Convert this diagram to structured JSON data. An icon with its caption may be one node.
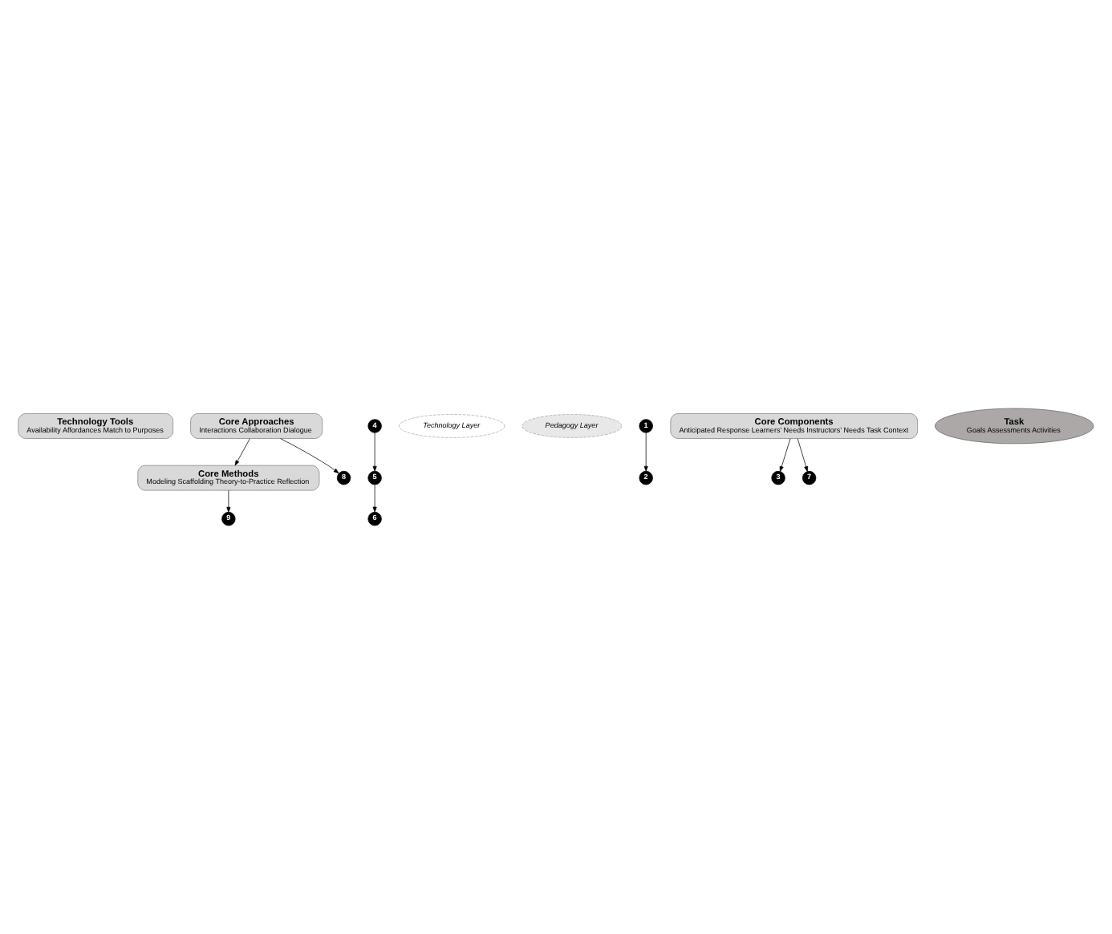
{
  "diagram": {
    "nodes": [
      {
        "text": [
          "Technology Tools",
          "Availability Affordances Match to Purposes"
        ]
      },
      {
        "text": [
          "9"
        ]
      },
      {
        "text": [
          "5"
        ]
      },
      {
        "text": [
          "Technology Layer"
        ]
      },
      {
        "text": [
          "6"
        ]
      },
      {
        "text": [
          "Pedagogy Layer"
        ]
      },
      {
        "text": [
          "Core Methods",
          "Modeling Scaffolding Theory-to-Practice Reflection"
        ]
      },
      {
        "text": [
          "1"
        ]
      },
      {
        "text": [
          "Core Components",
          "Anticipated Response Learners’ Needs Instructors’ Needs Task Context"
        ]
      },
      {
        "text": [
          "4"
        ]
      },
      {
        "text": [
          "2"
        ]
      },
      {
        "text": [
          "Task",
          "Goals Assessments Activities"
        ]
      },
      {
        "text": [
          "8"
        ]
      },
      {
        "text": [
          "3"
        ]
      },
      {
        "text": [
          "Core Approaches",
          "Interactions Collaboration Dialogue"
        ]
      },
      {
        "text": [
          "7"
        ]
      }
    ],
    "edges": [
      {
        "from": 7,
        "to": 10,
        "arrow": "to"
      },
      {
        "from": 8,
        "to": 13,
        "arrow": "to"
      },
      {
        "from": 14,
        "to": 6,
        "arrow": "to"
      },
      {
        "from": 9,
        "to": 2,
        "arrow": "to"
      },
      {
        "from": 2,
        "to": 4,
        "arrow": "to"
      },
      {
        "from": 8,
        "to": 15,
        "arrow": "to"
      },
      {
        "from": 14,
        "to": 12,
        "arrow": "to"
      },
      {
        "from": 6,
        "to": 1,
        "arrow": "to"
      }
    ]
  }
}
